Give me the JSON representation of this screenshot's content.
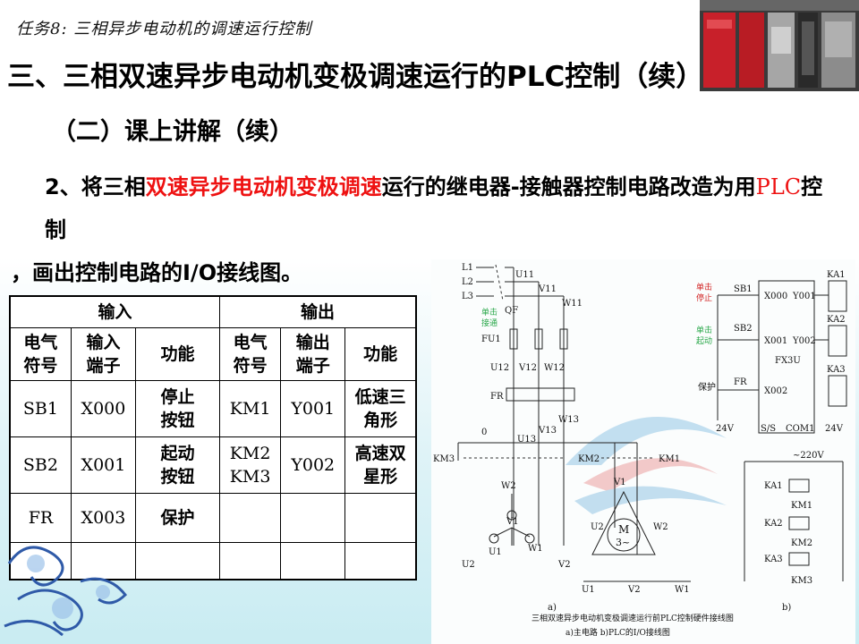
{
  "header": {
    "task_label": "任务8: 三相异步电动机的调速运行控制",
    "title": "三、三相双速异步电动机变极调速运行的PLC控制（续）",
    "subtitle": "（二）课上讲解（续）"
  },
  "paragraph": {
    "part1": "2、将三相",
    "part2_red": "双速异步电动机变极调速",
    "part3": "运行的继电器-接触器控制电路改造为用",
    "part4_red": "PLC",
    "part5": "控制",
    "line2": "，画出控制电路的I/O接线图。"
  },
  "io_table": {
    "input_header": "输入",
    "output_header": "输出",
    "columns": [
      "电气\n符号",
      "输入\n端子",
      "功能",
      "电气\n符号",
      "输出\n端子",
      "功能"
    ],
    "rows": [
      [
        "SB1",
        "X000",
        "停止\n按钮",
        "KM1",
        "Y001",
        "低速三\n角形"
      ],
      [
        "SB2",
        "X001",
        "起动\n按钮",
        "KM2\nKM3",
        "Y002",
        "高速双\n星形"
      ],
      [
        "FR",
        "X003",
        "保护",
        "",
        "",
        ""
      ],
      [
        "",
        "",
        "",
        "",
        "",
        ""
      ]
    ]
  },
  "diagram": {
    "lines": [
      "L1",
      "L2",
      "L3"
    ],
    "u11": "U11",
    "v11": "V11",
    "w11": "W11",
    "qf_label": "单击\n接通",
    "qf": "QF",
    "fu1": "FU1",
    "u12": "U12",
    "v12": "V12",
    "w12": "W12",
    "fr": "FR",
    "w13": "W13",
    "v13": "V13",
    "u13": "U13",
    "zero": "0",
    "km3": "KM3",
    "km2": "KM2",
    "km1": "KM1",
    "w2": "W2",
    "v1": "V1",
    "u1": "U1",
    "w1": "W1",
    "u2": "U2",
    "v2": "V2",
    "motor": "M",
    "motor_sub": "3~",
    "d_u2": "U2",
    "d_w2": "W2",
    "d_v1": "V1",
    "d_u1": "U1",
    "d_v2": "V2",
    "d_w1": "W1",
    "label_a": "a)",
    "label_b": "b)",
    "plc_model": "FX3U",
    "sb1": "SB1",
    "sb1_note": "单击\n停止",
    "sb2": "SB2",
    "sb2_note": "单击\n起动",
    "fr_in": "FR",
    "fr_note": "保护",
    "x000": "X000",
    "x001": "X001",
    "x002": "X002",
    "y001": "Y001",
    "y002": "Y002",
    "v24": "24V",
    "ss": "S/S",
    "com1": "COM1",
    "v24b": "24V",
    "ka1": "KA1",
    "ka2": "KA2",
    "ka3": "KA3",
    "v220": "~220V",
    "ka1b": "KA1",
    "ka2b": "KA2",
    "ka3b": "KA3",
    "km1b": "KM1",
    "km2b": "KM2",
    "km3b": "KM3",
    "caption1": "三相双速异步电动机变极调速运行前PLC控制硬件接线图",
    "caption2": "a)主电路  b)PLC的I/O接线图"
  },
  "colors": {
    "accent_red": "#ee1111",
    "diagram_green": "#2aa84a",
    "diagram_red": "#d22222",
    "background_bottom": "#c9ecf2"
  }
}
